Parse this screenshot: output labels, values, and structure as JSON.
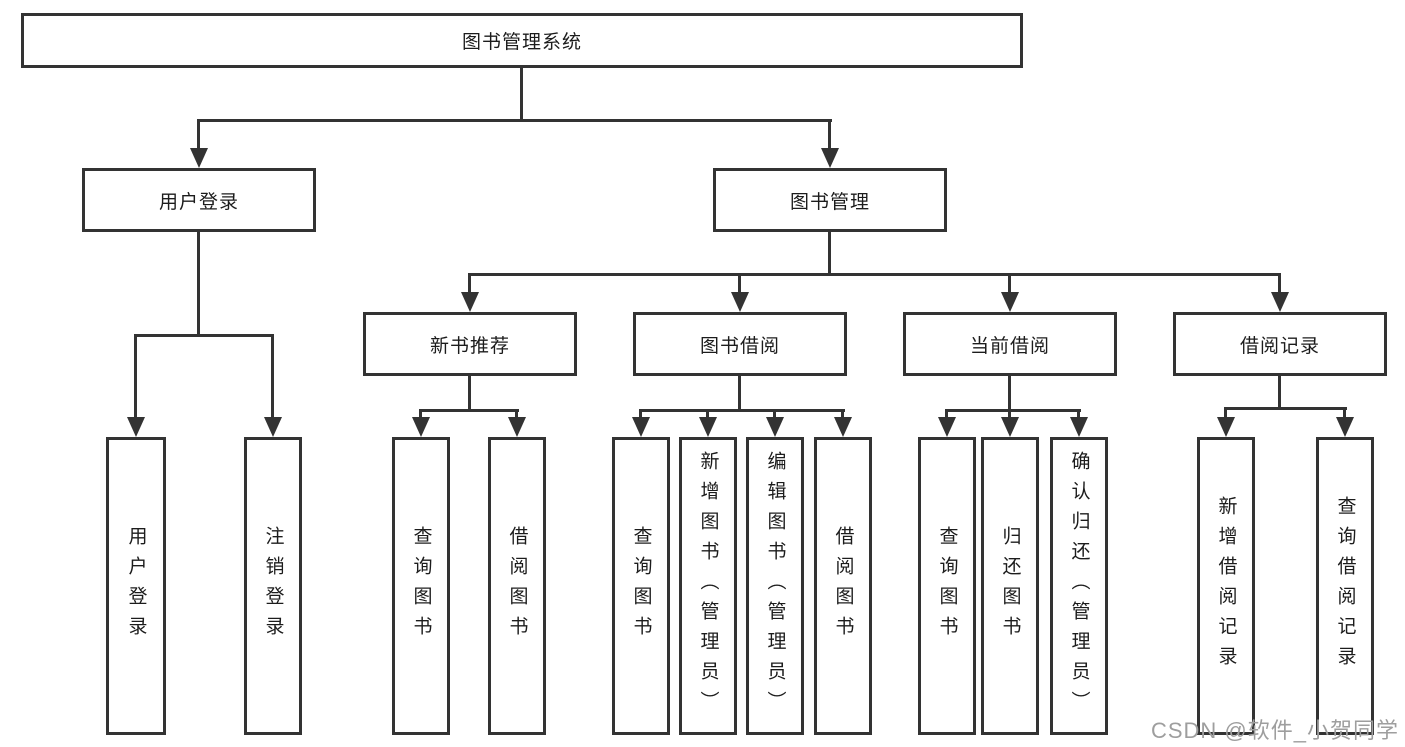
{
  "diagram": {
    "type": "hierarchy-tree",
    "tree": {
      "label": "图书管理系统",
      "children": [
        {
          "label": "用户登录",
          "children": [
            {
              "label": "用户登录"
            },
            {
              "label": "注销登录"
            }
          ]
        },
        {
          "label": "图书管理",
          "children": [
            {
              "label": "新书推荐",
              "children": [
                {
                  "label": "查询图书"
                },
                {
                  "label": "借阅图书"
                }
              ]
            },
            {
              "label": "图书借阅",
              "children": [
                {
                  "label": "查询图书"
                },
                {
                  "label": "新增图书（管理员）"
                },
                {
                  "label": "编辑图书（管理员）"
                },
                {
                  "label": "借阅图书"
                }
              ]
            },
            {
              "label": "当前借阅",
              "children": [
                {
                  "label": "查询图书"
                },
                {
                  "label": "归还图书"
                },
                {
                  "label": "确认归还（管理员）"
                }
              ]
            },
            {
              "label": "借阅记录",
              "children": [
                {
                  "label": "新增借阅记录"
                },
                {
                  "label": "查询借阅记录"
                }
              ]
            }
          ]
        }
      ]
    },
    "colors": {
      "line": "#333333",
      "border": "#333333",
      "text": "#1c1c1c",
      "background": "#ffffff"
    }
  },
  "watermark": {
    "text": "CSDN @软件_小贺同学",
    "color": "#9e9e9e"
  }
}
